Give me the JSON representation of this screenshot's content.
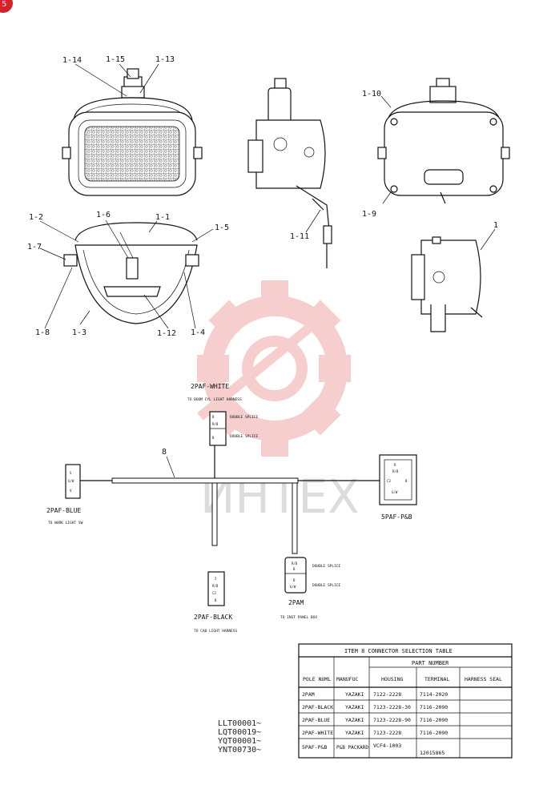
{
  "corner_badge": "5",
  "watermark": "ИНТЕХ",
  "part_labels": {
    "p1_14": "1-14",
    "p1_15": "1-15",
    "p1_13": "1-13",
    "p1_10": "1-10",
    "p1_9": "1-9",
    "p1_11": "1-11",
    "p1": "1",
    "p1_2": "1-2",
    "p1_6": "1-6",
    "p1_1": "1-1",
    "p1_5": "1-5",
    "p1_7": "1-7",
    "p1_8": "1-8",
    "p1_3": "1-3",
    "p1_12": "1-12",
    "p1_4": "1-4",
    "p8": "8"
  },
  "connectors": {
    "white": {
      "name": "2PAF-WHITE",
      "note": "TO BOOM CYL LIGHT HARNESS",
      "splice1": "DOUBLE SPLICE",
      "splice2": "DOUBLE SPLICE",
      "pins": [
        "B",
        "R/B",
        "B"
      ]
    },
    "blue": {
      "name": "2PAF-BLUE",
      "note": "TO WORK LIGHT SW",
      "pins": [
        "S",
        "G/W",
        "V"
      ]
    },
    "black": {
      "name": "2PAF-BLACK",
      "note": "TO CAB LIGHT HARNESS",
      "pins": [
        "2",
        "R/B",
        "C2",
        "B"
      ]
    },
    "pam": {
      "name": "2PAM",
      "note": "TO INST PANEL BOX",
      "splice1": "DOUBLE SPLICE",
      "splice2": "DOUBLE SPLICE",
      "pins": [
        "R/B",
        "B",
        "B",
        "G/W"
      ]
    },
    "p5": {
      "name": "5PAF-P&B",
      "pins": [
        "R",
        "R/B",
        "C3",
        "B",
        "G/W"
      ]
    }
  },
  "table": {
    "title": "ITEM 8    CONNECTOR SELECTION TABLE",
    "part_number": "PART NUMBER",
    "headers": [
      "POLE NUML",
      "MANUFUC",
      "HOUSING",
      "TERMINAL",
      "HARNESS SEAL"
    ],
    "rows": [
      [
        "2PAM",
        "YAZAKI",
        "7122-2228",
        "7114-2020",
        ""
      ],
      [
        "2PAF-BLACK",
        "YAZAKI",
        "7123-2228-30",
        "7116-2090",
        ""
      ],
      [
        "2PAF-BLUE",
        "YAZAKI",
        "7123-2228-90",
        "7116-2090",
        ""
      ],
      [
        "2PAF-WHITE",
        "YAZAKI",
        "7123-2228",
        "7116-2090",
        ""
      ],
      [
        "5PAF-P&B",
        "P&B PACKARD",
        "VCF4-1003",
        "12015865",
        ""
      ]
    ]
  },
  "serials": [
    "LLT00001~",
    "LQT00019~",
    "YQT00001~",
    "YNT00730~"
  ]
}
